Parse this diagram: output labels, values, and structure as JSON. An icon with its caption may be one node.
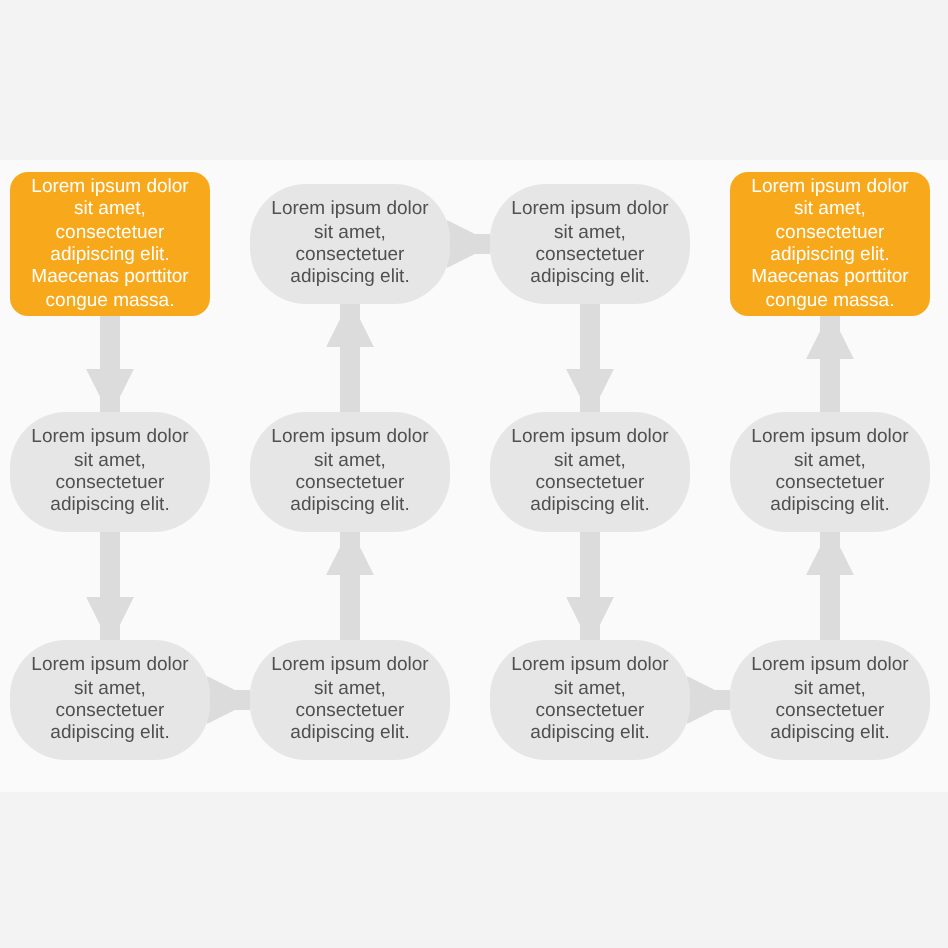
{
  "diagram": {
    "nodes": [
      {
        "text": [
          "Lorem ipsum dolor sit amet, consectetuer adipiscing elit. Maecenas porttitor congue massa."
        ]
      },
      {
        "text": [
          "Lorem ipsum dolor sit amet, consectetuer adipiscing elit."
        ]
      },
      {
        "text": [
          "Lorem ipsum dolor sit amet, consectetuer adipiscing elit."
        ]
      },
      {
        "text": [
          "Lorem ipsum dolor sit amet, consectetuer adipiscing elit. Maecenas porttitor congue massa."
        ]
      },
      {
        "text": [
          "Lorem ipsum dolor sit amet, consectetuer adipiscing elit."
        ]
      },
      {
        "text": [
          "Lorem ipsum dolor sit amet, consectetuer adipiscing elit."
        ]
      },
      {
        "text": [
          "Lorem ipsum dolor sit amet, consectetuer adipiscing elit."
        ]
      },
      {
        "text": [
          "Lorem ipsum dolor sit amet, consectetuer adipiscing elit."
        ]
      },
      {
        "text": [
          "Lorem ipsum dolor sit amet, consectetuer adipiscing elit."
        ]
      },
      {
        "text": [
          "Lorem ipsum dolor sit amet, consectetuer adipiscing elit."
        ]
      },
      {
        "text": [
          "Lorem ipsum dolor sit amet, consectetuer adipiscing elit."
        ]
      },
      {
        "text": [
          "Lorem ipsum dolor sit amet, consectetuer adipiscing elit."
        ]
      }
    ],
    "edges": [
      {
        "from": 0,
        "to": 4,
        "arrow": "to"
      },
      {
        "from": 4,
        "to": 8,
        "arrow": "to"
      },
      {
        "from": 8,
        "to": 9,
        "arrow": "to"
      },
      {
        "from": 9,
        "to": 5,
        "arrow": "to"
      },
      {
        "from": 5,
        "to": 1,
        "arrow": "to"
      },
      {
        "from": 1,
        "to": 2,
        "arrow": "to"
      },
      {
        "from": 2,
        "to": 6,
        "arrow": "to"
      },
      {
        "from": 6,
        "to": 10,
        "arrow": "to"
      },
      {
        "from": 10,
        "to": 11,
        "arrow": "to"
      },
      {
        "from": 11,
        "to": 7,
        "arrow": "to"
      },
      {
        "from": 7,
        "to": 3,
        "arrow": "to"
      }
    ]
  }
}
